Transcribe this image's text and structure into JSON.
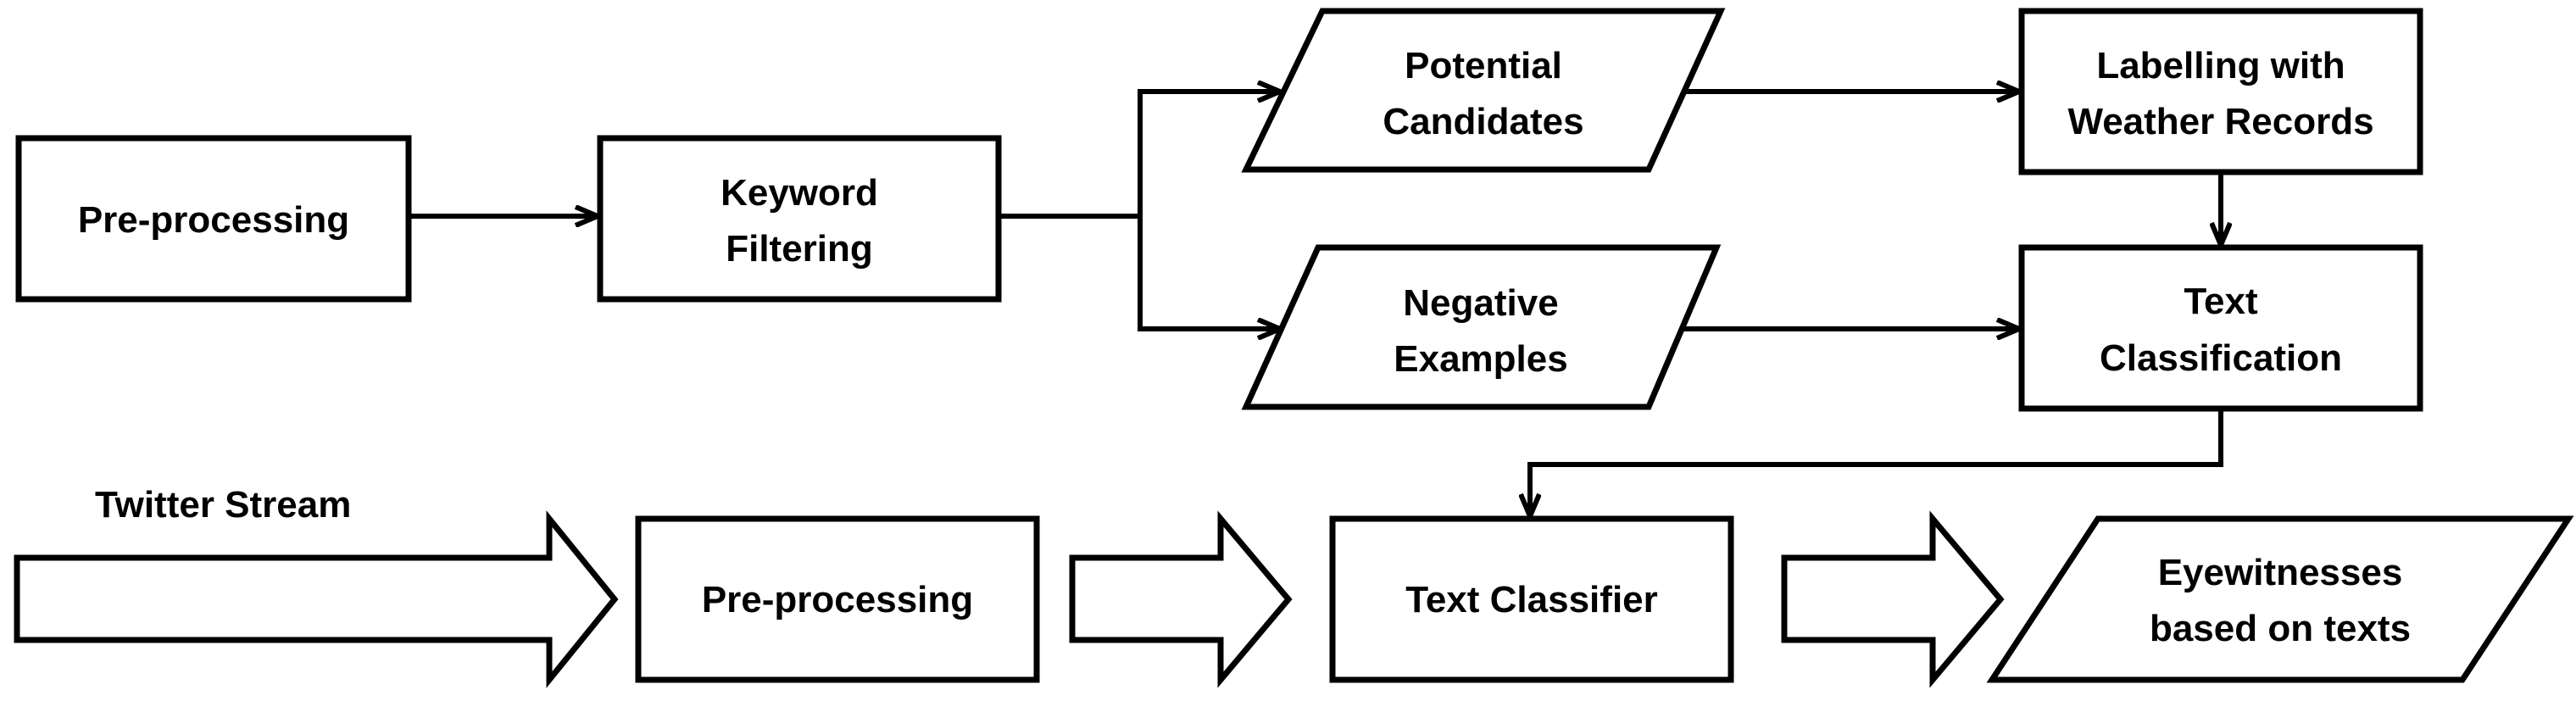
{
  "diagram": {
    "nodes": {
      "preprocessing_top": {
        "line1": "Pre-processing"
      },
      "keyword_filtering": {
        "line1": "Keyword",
        "line2": "Filtering"
      },
      "potential_candidates": {
        "line1": "Potential",
        "line2": "Candidates"
      },
      "negative_examples": {
        "line1": "Negative",
        "line2": "Examples"
      },
      "labelling": {
        "line1": "Labelling with",
        "line2": "Weather Records"
      },
      "text_classification": {
        "line1": "Text",
        "line2": "Classification"
      },
      "twitter_stream": {
        "line1": "Twitter Stream"
      },
      "preprocessing_bottom": {
        "line1": "Pre-processing"
      },
      "text_classifier": {
        "line1": "Text Classifier"
      },
      "eyewitnesses": {
        "line1": "Eyewitnesses",
        "line2": "based on texts"
      }
    }
  }
}
